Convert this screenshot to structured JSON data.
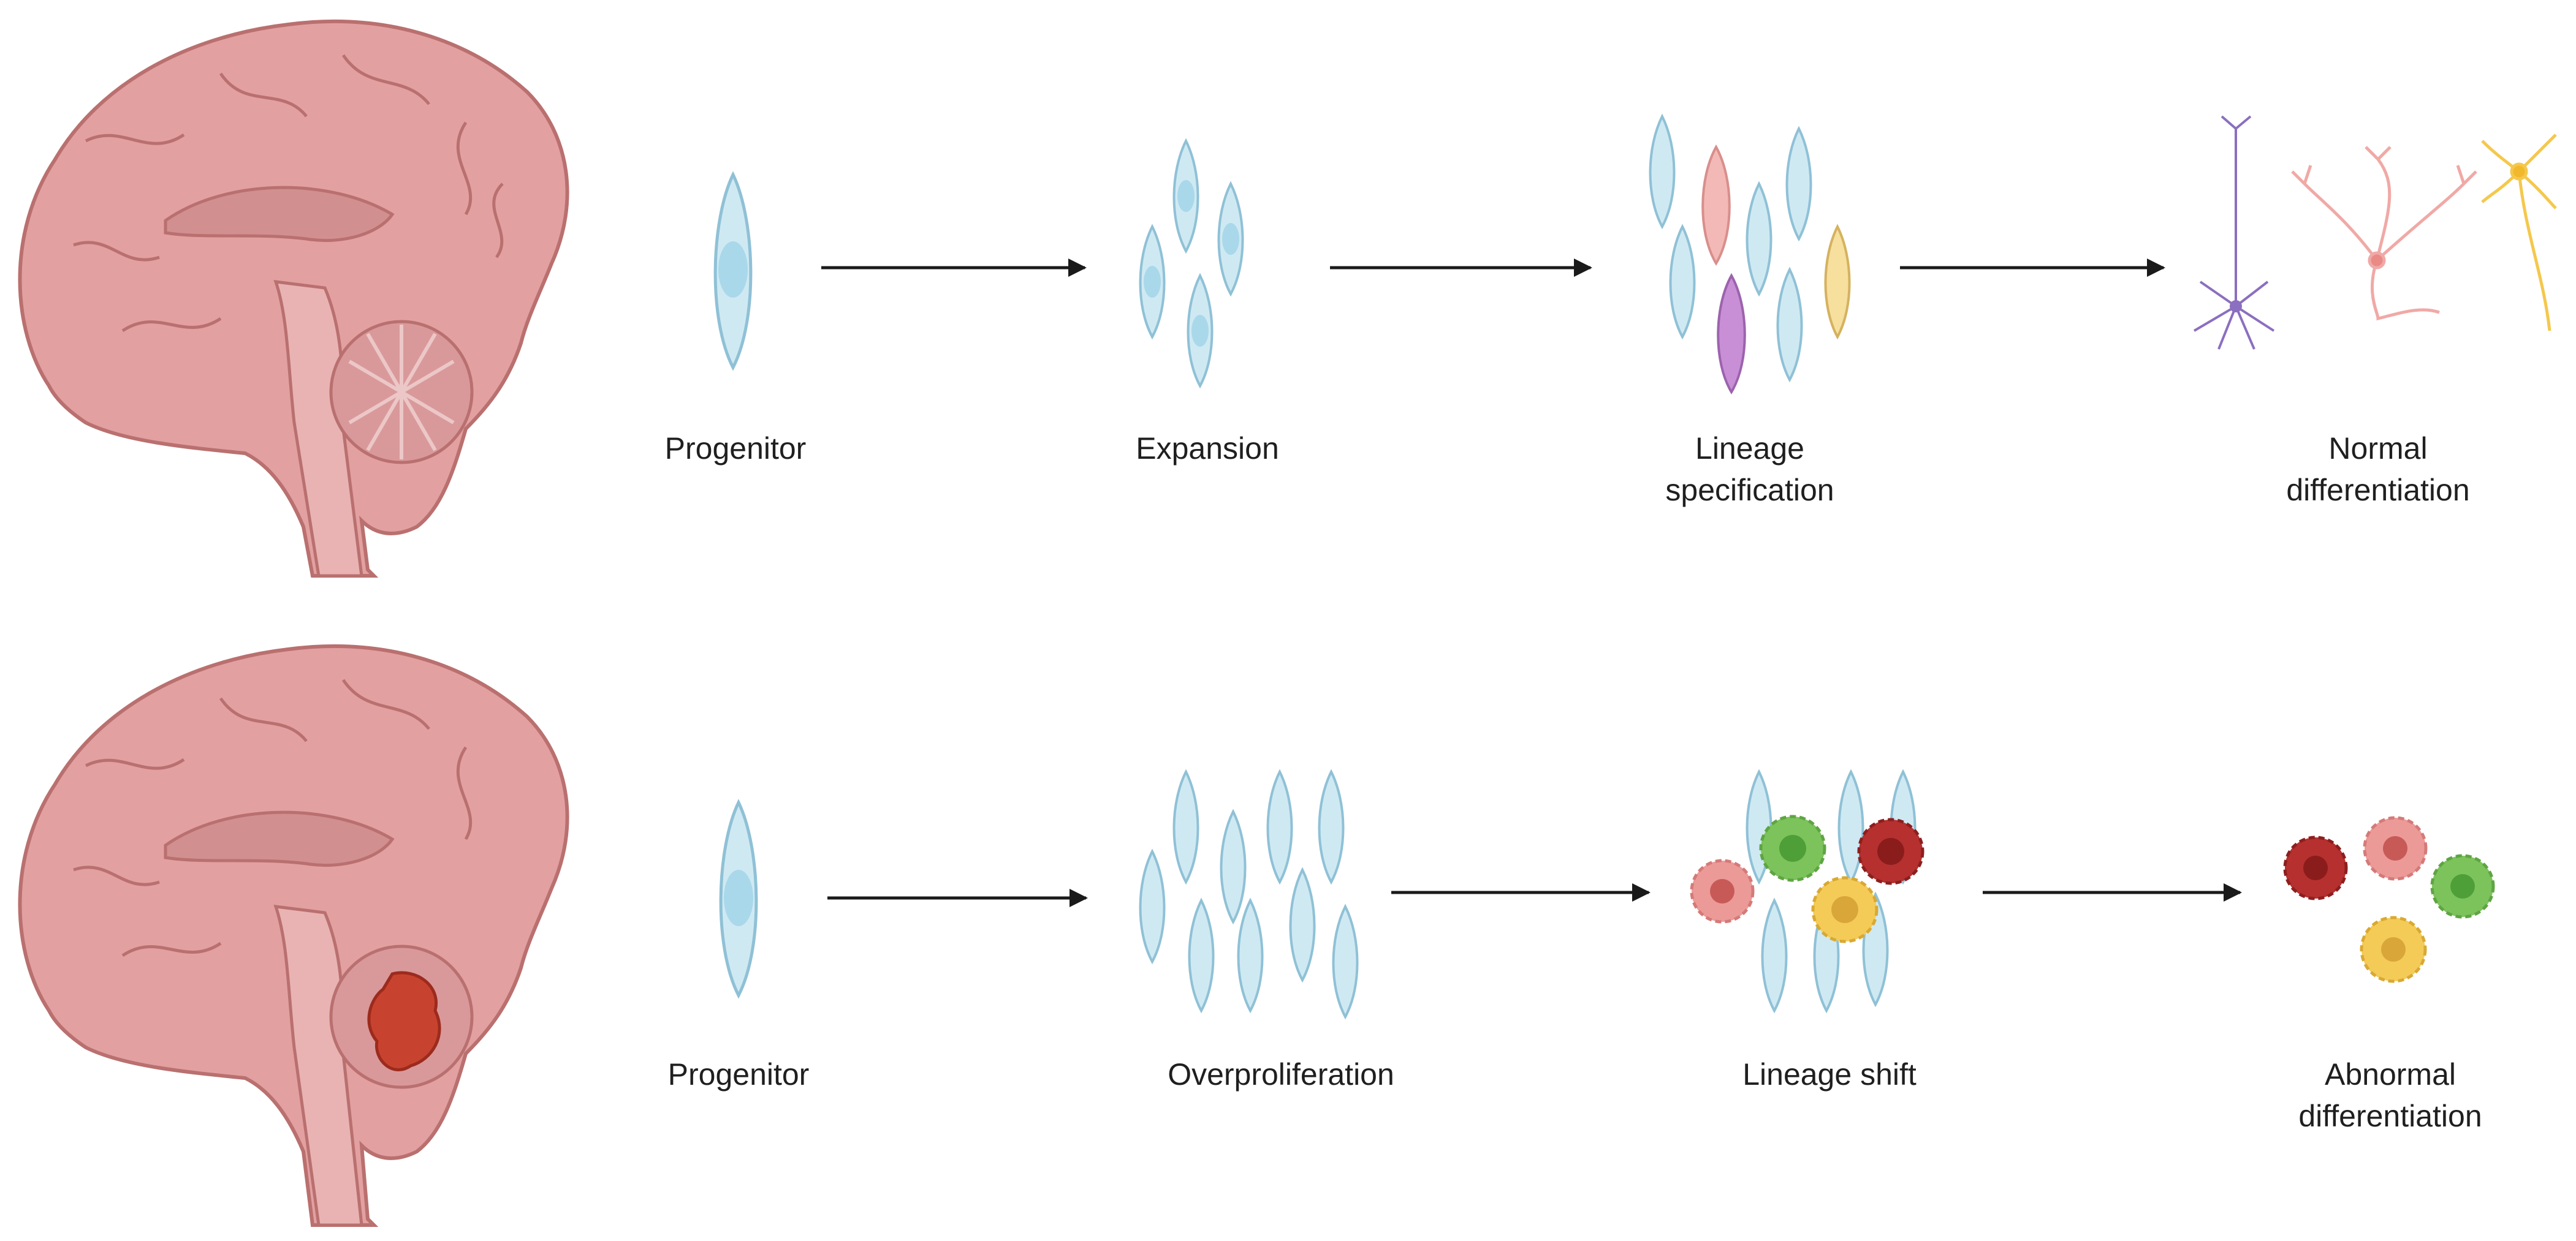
{
  "rows": [
    {
      "id": "normal",
      "stages": [
        {
          "lines": [
            "Progenitor"
          ]
        },
        {
          "lines": [
            "Expansion"
          ]
        },
        {
          "lines": [
            "Lineage",
            "specification"
          ]
        },
        {
          "lines": [
            "Normal",
            "differentiation"
          ]
        }
      ]
    },
    {
      "id": "abnormal",
      "stages": [
        {
          "lines": [
            "Progenitor"
          ]
        },
        {
          "lines": [
            "Overproliferation"
          ]
        },
        {
          "lines": [
            "Lineage shift"
          ]
        },
        {
          "lines": [
            "Abnormal",
            "differentiation"
          ]
        }
      ]
    }
  ],
  "colors": {
    "progenitor_fill": "#cfe9f3",
    "progenitor_stroke": "#8fc1d6",
    "progenitor_nucleus": "#a9d8ea",
    "pink_cell": "#f3b9b6",
    "purple_cell": "#c98fd6",
    "yellow_cell": "#f7df9e",
    "neuron_purple": "#8b6fc0",
    "neuron_pink": "#f0a9a6",
    "neuron_yellow": "#f5c84c",
    "tumor_red": "#c8432f",
    "tumor_cell_red": "#b5302f",
    "tumor_cell_pink": "#ec9a98",
    "tumor_cell_green": "#7cc35c",
    "tumor_cell_yellow": "#f5cb58",
    "brain_fill": "#e3a0a1",
    "brain_stroke": "#b9706f",
    "arrow": "#1a1a1a"
  },
  "icons": {
    "brain_top": "brain-sagittal-icon",
    "brain_bottom": "brain-sagittal-tumor-icon"
  }
}
